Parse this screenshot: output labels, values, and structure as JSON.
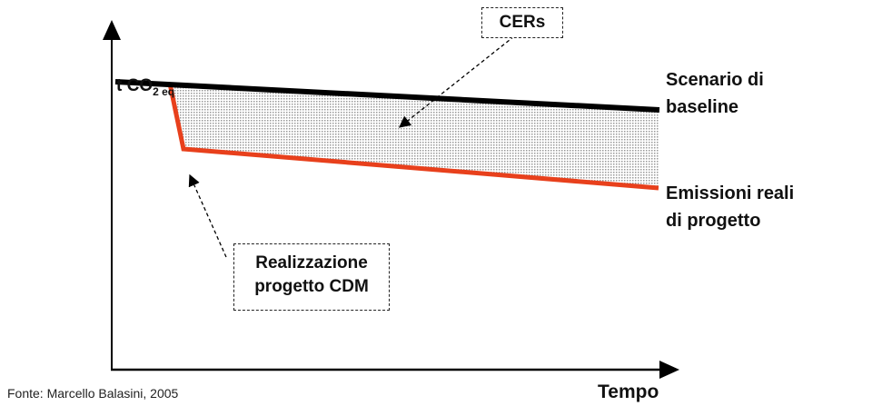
{
  "y_axis_label": {
    "main": "t CO",
    "sub": "2 eq"
  },
  "x_axis_label": "Tempo",
  "baseline_label": [
    "Scenario di",
    "baseline"
  ],
  "project_label": [
    "Emissioni reali",
    "di progetto"
  ],
  "cers_box": "CERs",
  "cdm_box": [
    "Realizzazione",
    "progetto CDM"
  ],
  "source": "Fonte: Marcello Balasini, 2005",
  "colors": {
    "baseline": "#000000",
    "project": "#e8401c",
    "fill": "#d9d4d4"
  }
}
